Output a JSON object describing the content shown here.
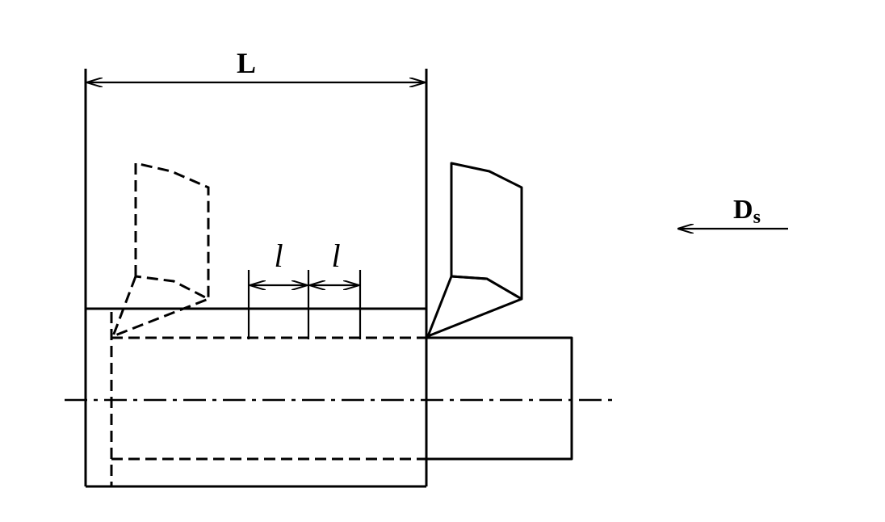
{
  "labels": {
    "total_length": "L",
    "segment_length_1": "l",
    "segment_length_2": "l",
    "feed_direction_main": "D",
    "feed_direction_sub": "s"
  },
  "colors": {
    "line": "#000000",
    "background": "#ffffff"
  }
}
